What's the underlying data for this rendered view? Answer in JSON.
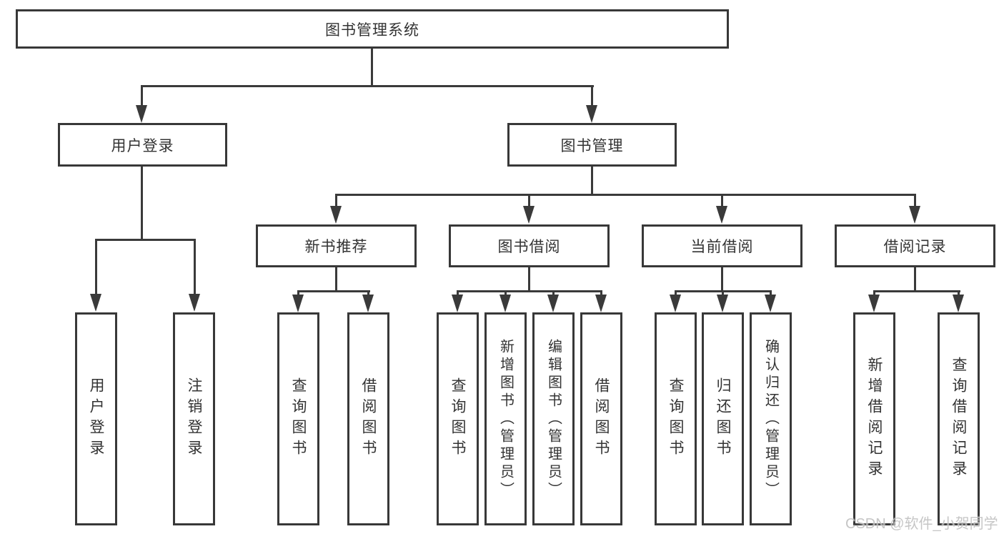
{
  "root": "图书管理系统",
  "watermark": "CSDN @软件_小贺同学",
  "colors": {
    "line": "#3a3a3a",
    "box_border": "#383838",
    "text": "#333333",
    "watermark": "#c0c0c0",
    "background": "#ffffff"
  },
  "user_login": {
    "label": "用户登录",
    "leaves": [
      "用户登录",
      "注销登录"
    ]
  },
  "book_mgmt": {
    "label": "图书管理",
    "groups": [
      {
        "label": "新书推荐",
        "leaves": [
          "查询图书",
          "借阅图书"
        ]
      },
      {
        "label": "图书借阅",
        "leaves": [
          "查询图书",
          "新增图书（管理员）",
          "编辑图书（管理员）",
          "借阅图书"
        ]
      },
      {
        "label": "当前借阅",
        "leaves": [
          "查询图书",
          "归还图书",
          "确认归还（管理员）"
        ]
      },
      {
        "label": "借阅记录",
        "leaves": [
          "新增借阅记录",
          "查询借阅记录"
        ]
      }
    ]
  }
}
